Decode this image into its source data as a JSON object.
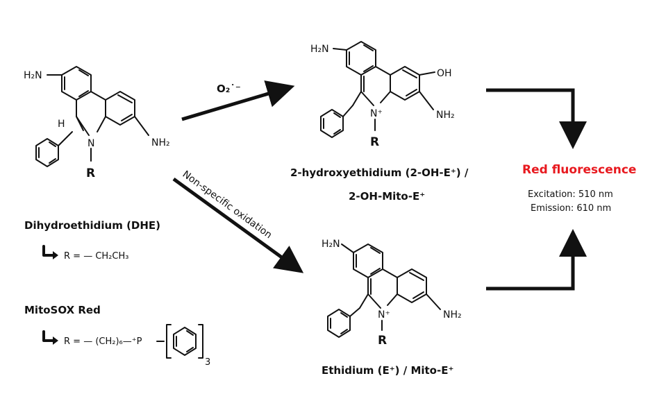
{
  "reagents": {
    "superoxide": "O₂˙⁻",
    "nonspecific": "Non-specific oxidation"
  },
  "dhe": {
    "name": "Dihydroethidium (DHE)",
    "r_group": "R = — CH₂CH₃",
    "atoms": {
      "h2n": "H₂N",
      "nh2": "NH₂",
      "h": "H",
      "n": "N",
      "r": "R"
    }
  },
  "mitosox": {
    "name": "MitoSOX Red",
    "r_group": "R = — (CH₂)₆—⁺P",
    "subscript": "3"
  },
  "hydroxy": {
    "name_line1": "2-hydroxyethidium (2-OH-E⁺) /",
    "name_line2": "2-OH-Mito-E⁺",
    "atoms": {
      "h2n": "H₂N",
      "oh": "OH",
      "nh2": "NH₂",
      "n": "N⁺",
      "r": "R"
    }
  },
  "ethidium": {
    "name": "Ethidium (E⁺) / Mito-E⁺",
    "atoms": {
      "h2n": "H₂N",
      "nh2": "NH₂",
      "n": "N⁺",
      "r": "R"
    }
  },
  "output": {
    "title": "Red fluorescence",
    "excitation": "Excitation: 510 nm",
    "emission": "Emission: 610 nm",
    "title_color": "#e8191f"
  }
}
